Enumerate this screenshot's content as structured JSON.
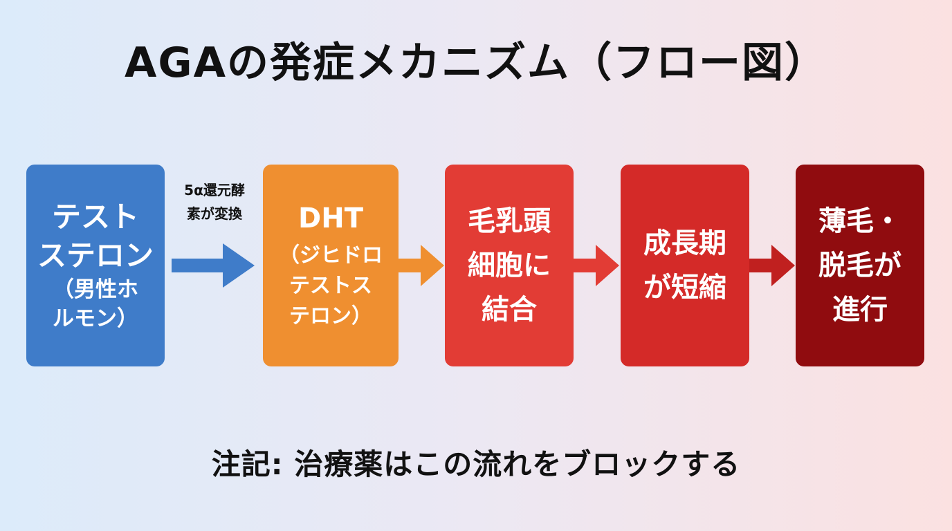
{
  "title": "AGAの発症メカニズム（フロー図）",
  "flow": {
    "step1": {
      "line1": "テスト",
      "line2": "ステロン",
      "line3": "（男性ホ",
      "line4": "ルモン）"
    },
    "edge1_label": {
      "line1": "5α還元酵",
      "line2": "素が変換"
    },
    "step2": {
      "line1": "DHT",
      "line2": "（ジヒドロ",
      "line3": "テストス",
      "line4": "テロン）"
    },
    "step3": {
      "line1": "毛乳頭",
      "line2": "細胞に",
      "line3": "結合"
    },
    "step4": {
      "line1": "成長期",
      "line2": "が短縮"
    },
    "step5": {
      "line1": "薄毛・",
      "line2": "脱毛が",
      "line3": "進行"
    }
  },
  "note": "注記: 治療薬はこの流れをブロックする",
  "colors": {
    "step1": "#3f7cc9",
    "step2": "#ef8f30",
    "step3": "#e23c35",
    "step4": "#d42a28",
    "step5": "#900c0f"
  }
}
